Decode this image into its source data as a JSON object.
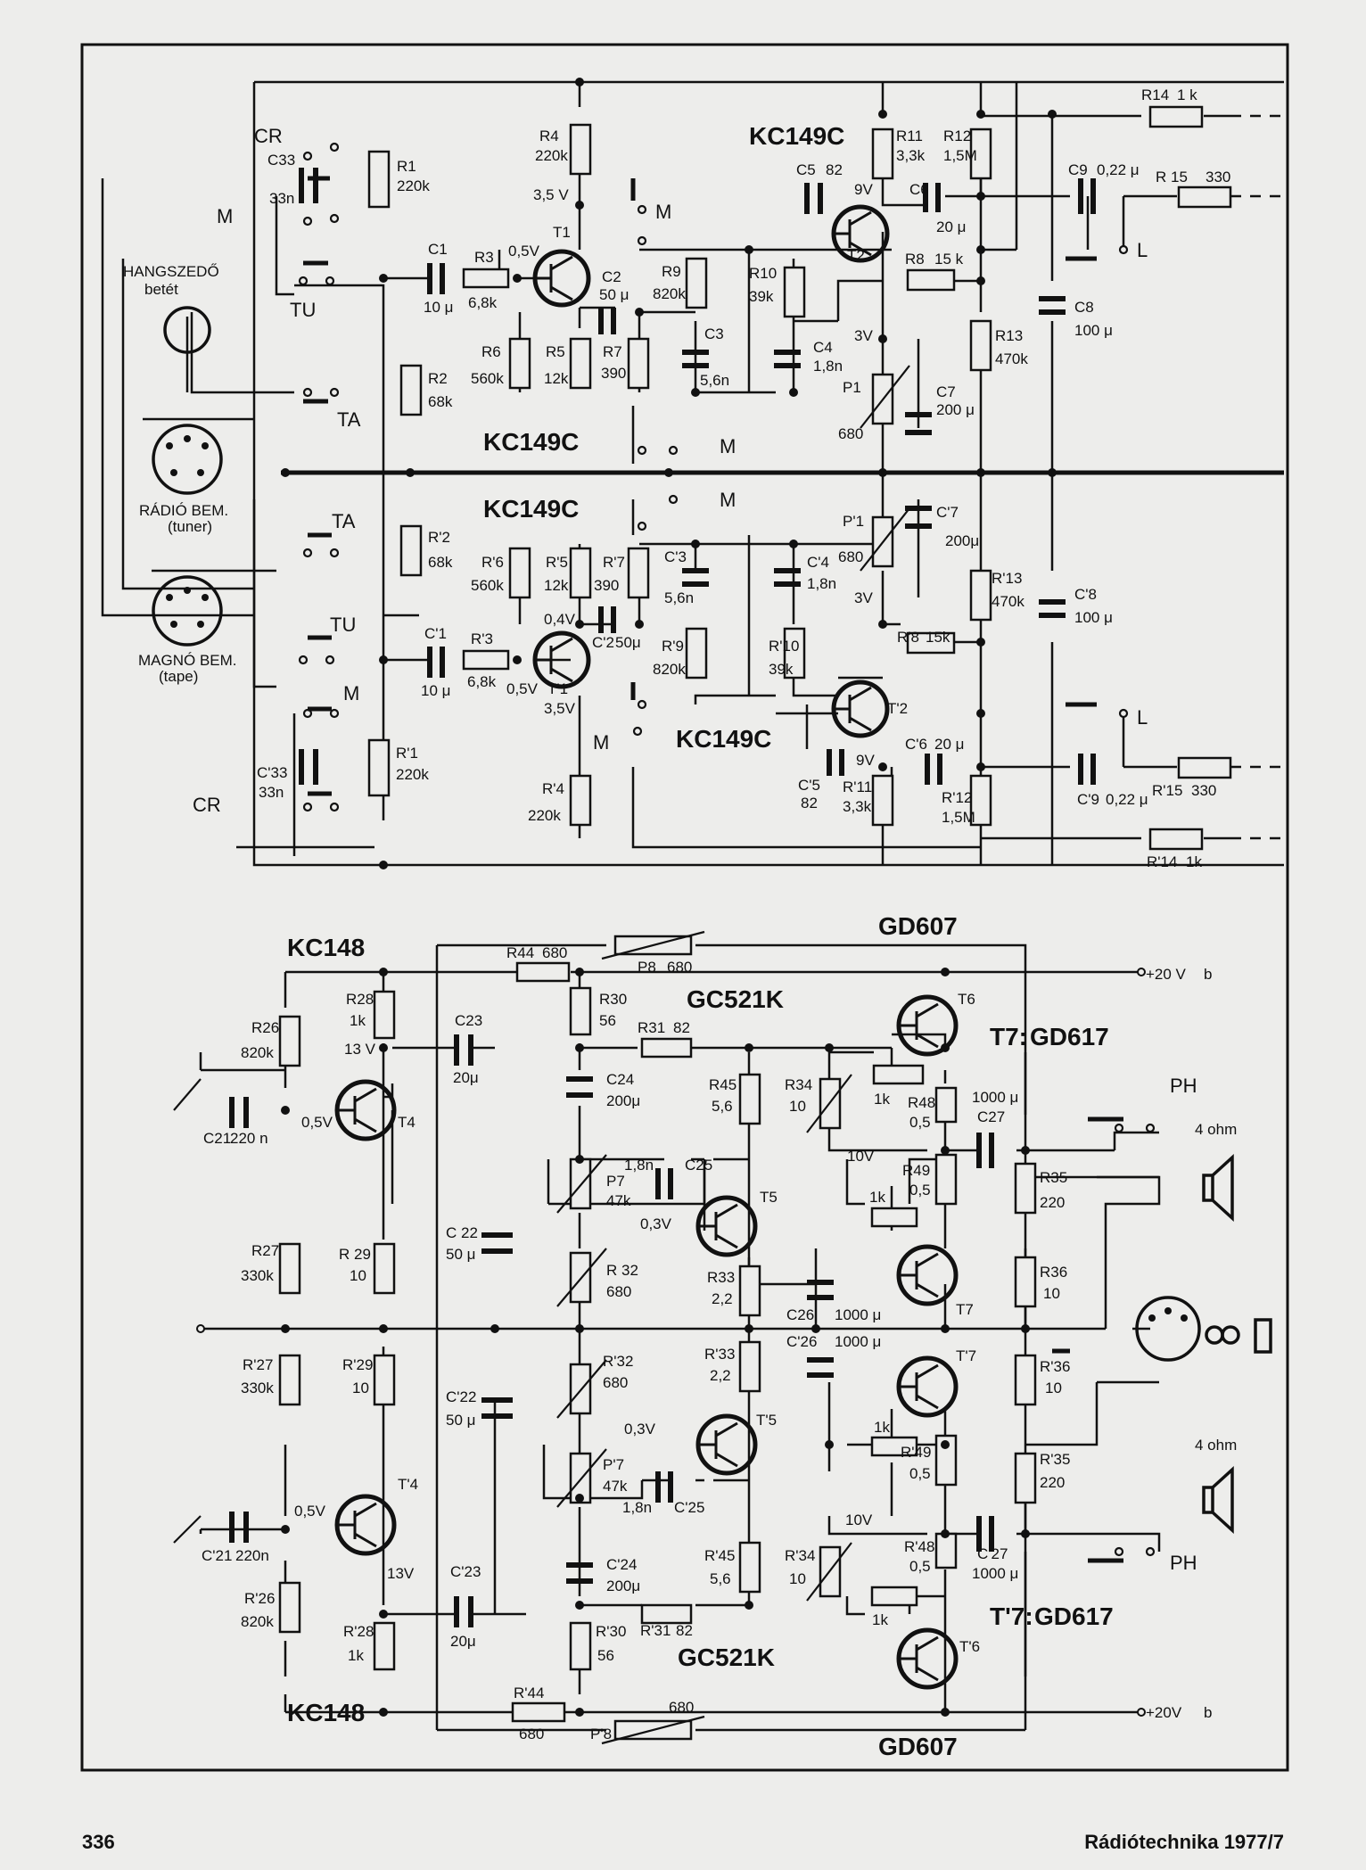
{
  "labels": {
    "cr_top": "CR",
    "c33": "C33",
    "c33_val": "33n",
    "r1": "R1",
    "r1_val": "220k",
    "m_left": "M",
    "hangszedo": "HANGSZEDŐ",
    "betet": "betét",
    "tu_top": "TU",
    "ta_top": "TA",
    "c1": "C1",
    "c1_val": "10 μ",
    "r3": "R3",
    "r3_val": "6,8k",
    "v05_t1": "0,5V",
    "t1": "T1",
    "r2": "R2",
    "r2_val": "68k",
    "r4": "R4",
    "r4_val": "220k",
    "v35": "3,5 V",
    "r6": "R6",
    "r6_val": "560k",
    "r5": "R5",
    "r5_val": "12k",
    "r7": "R7",
    "r7_val": "390",
    "c2": "C2",
    "c2_val": "50 μ",
    "r9": "R9",
    "r9_val": "820k",
    "r10": "R10",
    "r10_val": "39k",
    "c3": "C3",
    "c3_val": "5,6n",
    "c4": "C4",
    "c4_val": "1,8n",
    "kc149c_1": "KC149C",
    "c5": "C5",
    "c5_val": "82",
    "v9": "9V",
    "t2": "T2",
    "r11": "R11",
    "r11_val": "3,3k",
    "r12": "R12",
    "r12_val": "1,5M",
    "c6": "C6",
    "c6_val": "20 μ",
    "r8": "R8",
    "r8_val": "15 k",
    "v3": "3V",
    "r13": "R13",
    "r13_val": "470k",
    "p1": "P1",
    "p1_val": "680",
    "c7": "C7",
    "c7_val": "200 μ",
    "r14": "R14",
    "r14_val": "1 k",
    "c9": "C9",
    "c9_val": "0,22 μ",
    "r15": "R 15",
    "r15_val": "330",
    "c8": "C8",
    "c8_val": "100 μ",
    "l_top": "L",
    "m_top": "M",
    "kc149c_2": "KC149C",
    "kc149c_3": "KC149C",
    "m_mid1": "M",
    "m_mid2": "M",
    "radio": "RÁDIÓ BEM.",
    "tuner": "(tuner)",
    "magno": "MAGNÓ BEM.",
    "tape": "(tape)",
    "ta_b": "TA",
    "tu_b": "TU",
    "m_b": "M",
    "cr_b": "CR",
    "r2b": "R'2",
    "r2b_val": "68k",
    "r6b": "R'6",
    "r6b_val": "560k",
    "r5b": "R'5",
    "r5b_val": "12k",
    "r7b": "R'7",
    "r7b_val": "390",
    "c3b": "C'3",
    "c3b_val": "5,6n",
    "c4b": "C'4",
    "c4b_val": "1,8n",
    "p1b": "P'1",
    "p1b_val": "680",
    "c7b": "C'7",
    "c7b_val": "200μ",
    "r13b": "R'13",
    "r13b_val": "470k",
    "c8b": "C'8",
    "c8b_val": "100 μ",
    "v04": "0,4V",
    "c2b": "C'2",
    "c2b_val": "50μ",
    "r9b": "R'9",
    "r9b_val": "820k",
    "r10b": "R'10",
    "r10b_val": "39k",
    "r8b": "R'8",
    "r8b_val": "15k",
    "v3b": "3V",
    "c1b": "C'1",
    "c1b_val": "10 μ",
    "r3b": "R'3",
    "r3b_val": "6,8k",
    "v05_t1b": "0,5V",
    "t1b": "T'1",
    "v35b": "3,5V",
    "t2b": "T'2",
    "kc149c_4": "KC149C",
    "m_b2": "M",
    "l_b": "L",
    "c33b": "C'33",
    "c33b_val": "33n",
    "r1b": "R'1",
    "r1b_val": "220k",
    "r4b": "R'4",
    "r4b_val": "220k",
    "c5b": "C'5",
    "c5b_val": "82",
    "v9b": "9V",
    "r11b": "R'11",
    "r11b_val": "3,3k",
    "c6b": "C'6",
    "c6b_val": "20 μ",
    "r12b": "R'12",
    "r12b_val": "1,5M",
    "c9b": "C'9",
    "c9b_val": "0,22 μ",
    "r15b": "R'15",
    "r15b_val": "330",
    "r14b": "R'14",
    "r14b_val": "1k",
    "gd607_top": "GD607",
    "kc148_top": "KC148",
    "r44": "R44",
    "r44_val": "680",
    "p8": "P8",
    "p8_val": "680",
    "v20_top": "+20 V",
    "b_top": "b",
    "r28": "R28",
    "r28_val": "1k",
    "r30": "R30",
    "r30_val": "56",
    "gc521k_top": "GC521K",
    "t6": "T6",
    "r26": "R26",
    "r26_val": "820k",
    "v13": "13 V",
    "c23": "C23",
    "c23_val": "20μ",
    "r31": "R31",
    "r31_val": "82",
    "t7gd": "T7:",
    "gd617_top": "GD617",
    "c21": "C21",
    "c21_val": "220 n",
    "v05_t4": "0,5V",
    "t4": "T4",
    "c24": "C24",
    "c24_val": "200μ",
    "r45": "R45",
    "r45_val": "5,6",
    "r34": "R34",
    "r34_val": "10",
    "r1k_a": "1k",
    "r48": "R48",
    "r48_val": "0,5",
    "c27": "C27",
    "c27_val": "1000 μ",
    "ph_top": "PH",
    "ohm_top": "4 ohm",
    "c25_1": "1,8n",
    "c25": "C25",
    "v10": "10V",
    "r49": "R49",
    "r49_val": "0,5",
    "p7": "P7",
    "p7_val": "47k",
    "t5": "T5",
    "r1k_b": "1k",
    "r35": "R35",
    "r35_val": "220",
    "v03": "0,3V",
    "r27": "R27",
    "r27_val": "330k",
    "r29": "R 29",
    "r29_val": "10",
    "c22": "C 22",
    "c22_val": "50 μ",
    "r32": "R 32",
    "r32_val": "680",
    "r33": "R33",
    "r33_val": "2,2",
    "t7": "T7",
    "r36": "R36",
    "r36_val": "10",
    "c26": "C26",
    "c26_val": "1000 μ",
    "r27b": "R'27",
    "r27b_val": "330k",
    "r29b": "R'29",
    "r29b_val": "10",
    "c22b": "C'22",
    "c22b_val": "50 μ",
    "r32b": "R'32",
    "r32b_val": "680",
    "r33b": "R'33",
    "r33b_val": "2,2",
    "c26b": "C'26",
    "c26b_val": "1000 μ",
    "t7b": "T'7",
    "r36b": "R'36",
    "r36b_val": "10",
    "v03b": "0,3V",
    "t5b": "T'5",
    "p7b": "P'7",
    "p7b_val": "47k",
    "r1k_c": "1k",
    "r49b": "R'49",
    "r49b_val": "0,5",
    "r35b": "R'35",
    "r35b_val": "220",
    "ohm_b": "4 ohm",
    "c25b_1": "1,8n",
    "c25b": "C'25",
    "c21b": "C'21",
    "c21b_val": "220n",
    "v05_t4b": "0,5V",
    "t4b": "T'4",
    "v10b": "10V",
    "r48b": "R'48",
    "r48b_val": "0,5",
    "c27b": "C'27",
    "c27b_val": "1000 μ",
    "ph_b": "PH",
    "r45b": "R'45",
    "r45b_val": "5,6",
    "r34b": "R'34",
    "r34b_val": "10",
    "c24b": "C'24",
    "c24b_val": "200μ",
    "t7gd_b": "T'7:",
    "gd617_b": "GD617",
    "r26b": "R'26",
    "r26b_val": "820k",
    "v13b": "13V",
    "c23b": "C'23",
    "c23b_val": "20μ",
    "r31b": "R'31",
    "r31b_val": "82",
    "r1k_d": "1k",
    "t6b": "T'6",
    "r28b": "R'28",
    "r28b_val": "1k",
    "r30b": "R'30",
    "r30b_val": "56",
    "gc521k_b": "GC521K",
    "kc148_b": "KC148",
    "r44b": "R'44",
    "r44b_val": "680",
    "p8b": "P'8",
    "p8b_val": "680",
    "v20_b": "+20V",
    "b_b": "b",
    "gd607_b": "GD607"
  },
  "footer": {
    "page": "336",
    "journal": "Rádiótechnika 1977/7"
  }
}
